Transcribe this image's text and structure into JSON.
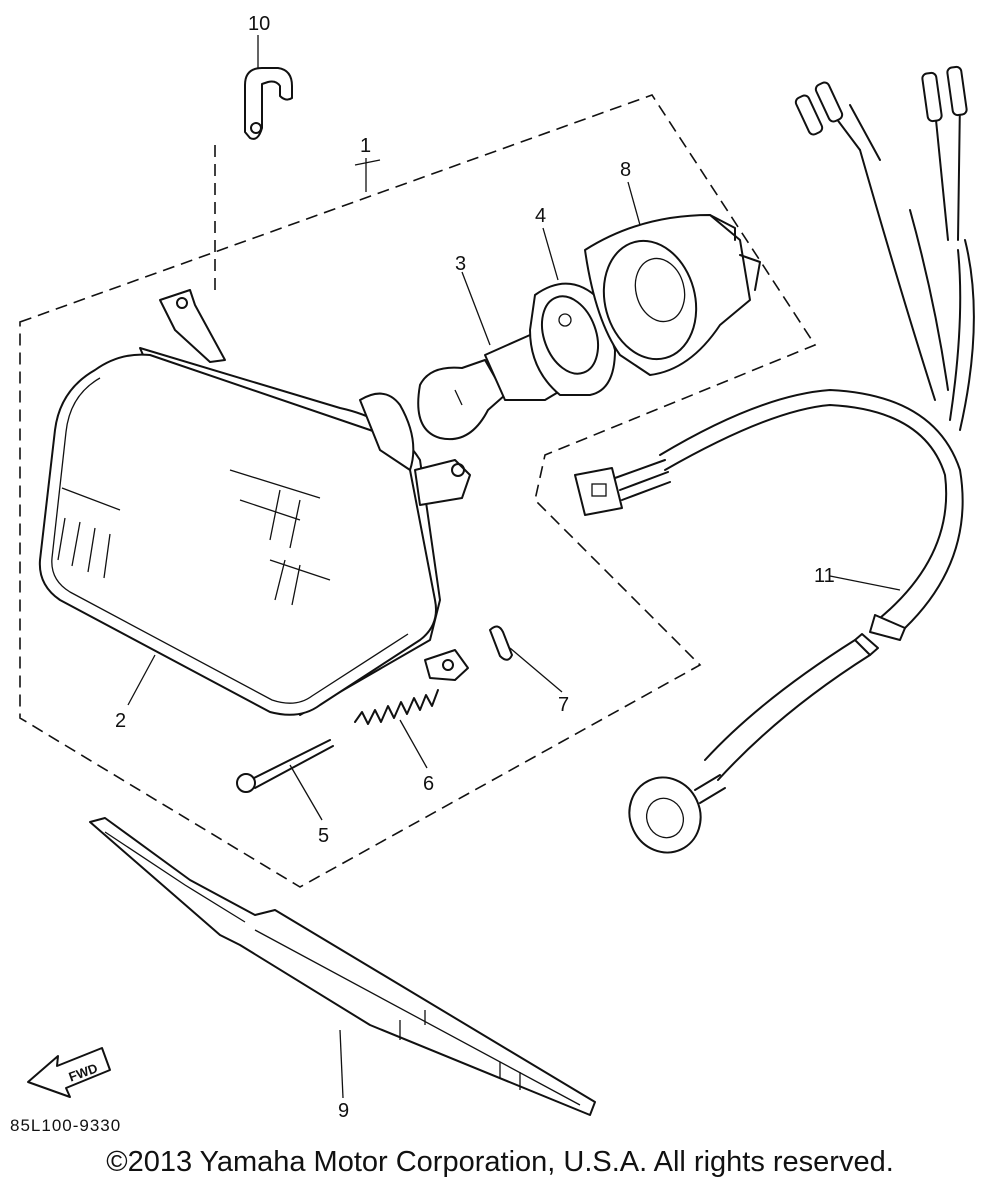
{
  "diagram": {
    "callouts": [
      {
        "id": "1",
        "label": "1"
      },
      {
        "id": "2",
        "label": "2"
      },
      {
        "id": "3",
        "label": "3"
      },
      {
        "id": "4",
        "label": "4"
      },
      {
        "id": "5",
        "label": "5"
      },
      {
        "id": "6",
        "label": "6"
      },
      {
        "id": "7",
        "label": "7"
      },
      {
        "id": "8",
        "label": "8"
      },
      {
        "id": "9",
        "label": "9"
      },
      {
        "id": "10",
        "label": "10"
      },
      {
        "id": "11",
        "label": "11"
      }
    ],
    "drawing_code": "85L100-9330",
    "fwd_label": "FWD"
  },
  "footer": {
    "copyright": "©2013 Yamaha Motor Corporation, U.S.A. All rights reserved."
  }
}
